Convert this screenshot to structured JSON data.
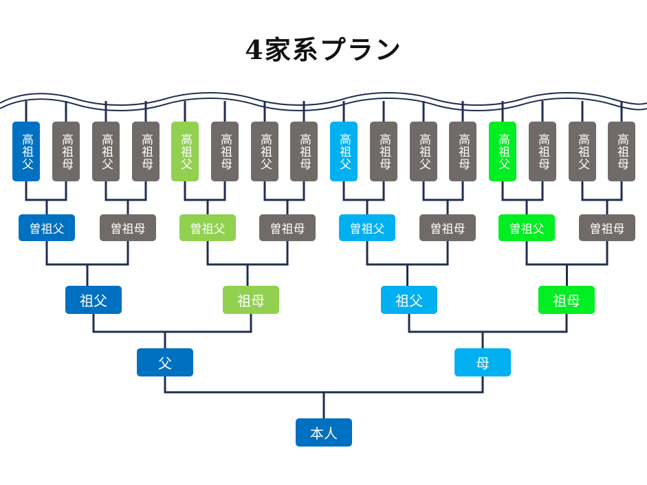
{
  "title": "4家系プラン",
  "colors": {
    "father_line": "#0070c0",
    "light_green": "#92d050",
    "sky_blue": "#00b0f0",
    "bright_green": "#00ee22",
    "gray": "#706b69",
    "line": "#1f2d4f"
  },
  "self": {
    "label": "本人"
  },
  "parents": [
    {
      "label": "父"
    },
    {
      "label": "母"
    }
  ],
  "grandparents": [
    {
      "label": "祖父"
    },
    {
      "label": "祖母"
    },
    {
      "label": "祖父"
    },
    {
      "label": "祖母"
    }
  ],
  "great_grandparents": [
    {
      "label": "曽祖父"
    },
    {
      "label": "曽祖母"
    },
    {
      "label": "曽祖父"
    },
    {
      "label": "曽祖母"
    },
    {
      "label": "曽祖父"
    },
    {
      "label": "曽祖母"
    },
    {
      "label": "曽祖父"
    },
    {
      "label": "曽祖母"
    }
  ],
  "great_great_grandparents": [
    {
      "label": "高祖父"
    },
    {
      "label": "高祖母"
    },
    {
      "label": "高祖父"
    },
    {
      "label": "高祖母"
    },
    {
      "label": "高祖父"
    },
    {
      "label": "高祖母"
    },
    {
      "label": "高祖父"
    },
    {
      "label": "高祖母"
    },
    {
      "label": "高祖父"
    },
    {
      "label": "高祖母"
    },
    {
      "label": "高祖父"
    },
    {
      "label": "高祖母"
    },
    {
      "label": "高祖父"
    },
    {
      "label": "高祖母"
    },
    {
      "label": "高祖父"
    },
    {
      "label": "高祖母"
    }
  ]
}
